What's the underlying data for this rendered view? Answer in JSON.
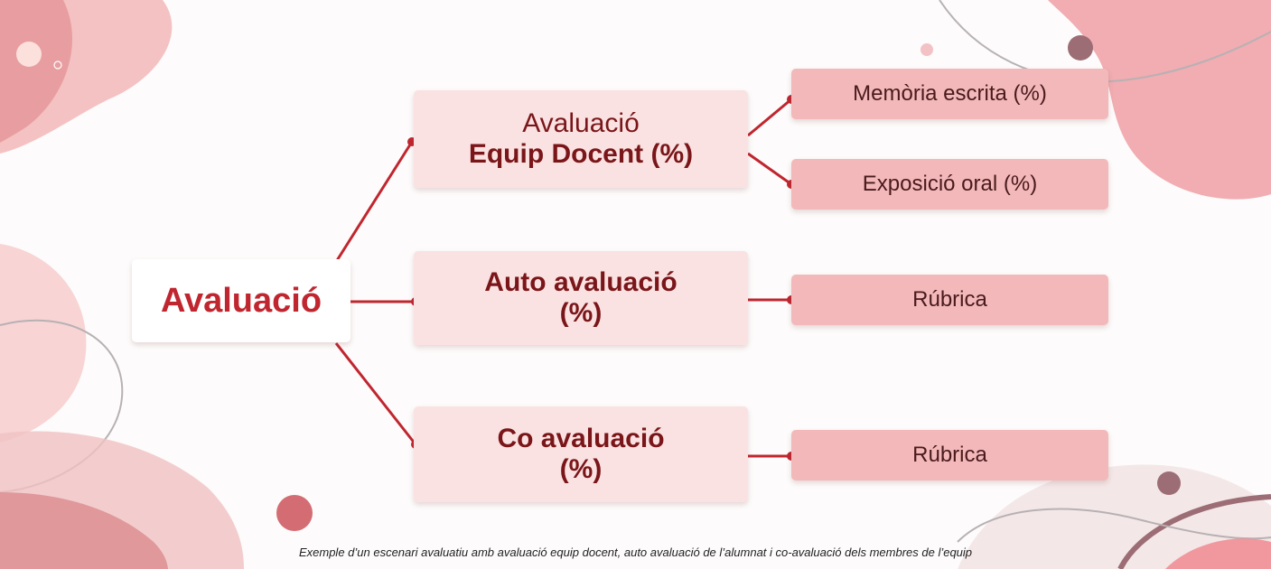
{
  "diagram": {
    "root": {
      "label": "Avaluació"
    },
    "branches": [
      {
        "line1": "Avaluació",
        "line2": "Equip Docent (%)",
        "children": [
          "Memòria escrita (%)",
          "Exposició oral (%)"
        ]
      },
      {
        "line1": "Auto avaluació",
        "line2": "(%)",
        "children": [
          "Rúbrica"
        ]
      },
      {
        "line1": "Co avaluació",
        "line2": "(%)",
        "children": [
          "Rúbrica"
        ]
      }
    ],
    "caption": "Exemple d’un escenari avaluatiu amb avaluació equip docent, auto avaluació de l’alumnat i co-avaluació dels membres de l’equip"
  },
  "colors": {
    "connector": "#c0262f",
    "root_text": "#c0262f",
    "branch_text": "#7a1619",
    "branch_fill": "#fbe2e2",
    "leaf_fill": "#f3b9ba"
  }
}
